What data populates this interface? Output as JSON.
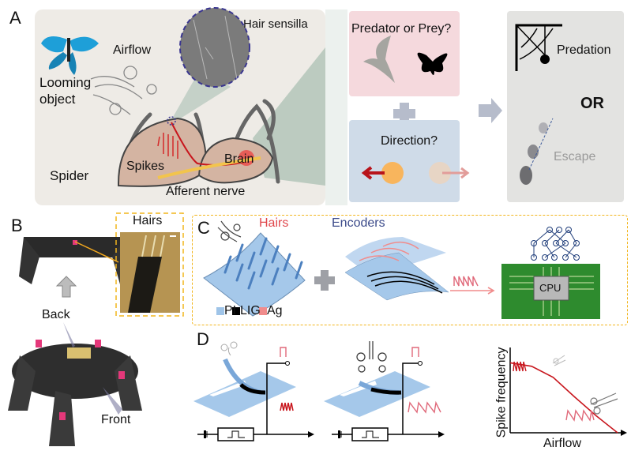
{
  "panels": {
    "A": {
      "letter": "A",
      "labels": {
        "looming_object": "Looming\nobject",
        "looming_1": "Looming",
        "looming_2": "object",
        "airflow": "Airflow",
        "hair_sensilla": "Hair sensilla",
        "spider": "Spider",
        "spikes": "Spikes",
        "brain": "Brain",
        "afferent_nerve": "Afferent nerve",
        "predator_or_prey": "Predator or Prey?",
        "direction": "Direction?",
        "predation": "Predation",
        "or": "OR",
        "escape": "Escape"
      },
      "colors": {
        "main_bg": "#eeebe6",
        "predator_box": "#f5d9dd",
        "direction_box": "#cfdbe8",
        "outcome_box": "#e3e3e1",
        "nerve_red": "#c8161d",
        "arrow_gray": "#b7bccb"
      }
    },
    "B": {
      "letter": "B",
      "labels": {
        "hairs": "Hairs",
        "back": "Back",
        "front": "Front"
      }
    },
    "C": {
      "letter": "C",
      "labels": {
        "hairs": "Hairs",
        "encoders": "Encoders",
        "cpu": "CPU"
      },
      "legend": [
        {
          "label": "PI",
          "color": "#9fc4e8"
        },
        {
          "label": "LIG",
          "color": "#000000"
        },
        {
          "label": "Ag",
          "color": "#f08c8c"
        }
      ],
      "colors": {
        "hairs_text": "#e0474c",
        "encoders_text": "#3b4a8a",
        "board": "#2e8b2e",
        "dash": "#f2b51c"
      }
    },
    "D": {
      "letter": "D",
      "labels": {
        "y_axis": "Spike frequency",
        "x_axis": "Airflow"
      }
    }
  },
  "chart_data": {
    "type": "line",
    "title": "",
    "xlabel": "Airflow",
    "ylabel": "Spike frequency",
    "x": [
      0,
      0.2,
      0.4,
      0.6,
      0.8,
      1.0
    ],
    "series": [
      {
        "name": "spike-frequency",
        "values": [
          0.82,
          0.78,
          0.65,
          0.42,
          0.2,
          0.0
        ]
      }
    ],
    "xlim": [
      0,
      1
    ],
    "ylim": [
      0,
      1
    ],
    "grid": false
  }
}
